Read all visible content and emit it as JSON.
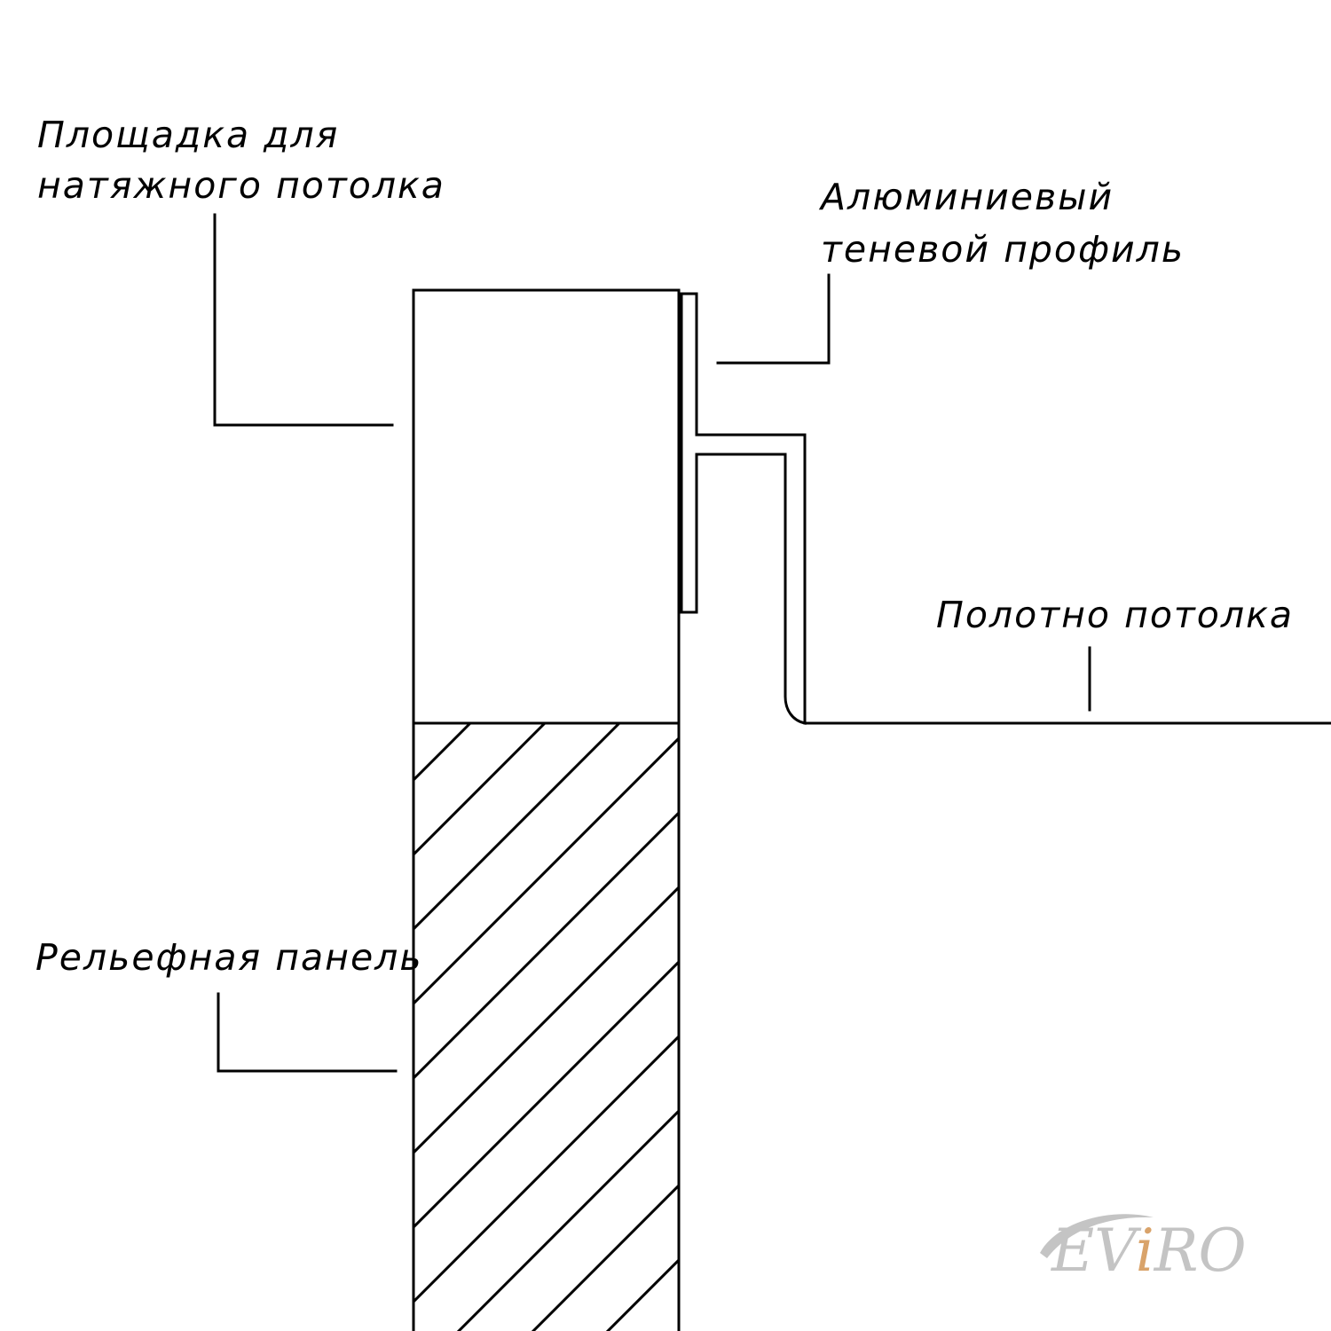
{
  "labels": {
    "ceiling_platform_line1": "Площадка для",
    "ceiling_platform_line2": "натяжного потолка",
    "shadow_profile_line1": "Алюминиевый",
    "shadow_profile_line2": "теневой профиль",
    "ceiling_canvas": "Полотно потолка",
    "relief_panel": "Рельефная панель"
  },
  "logo": {
    "text_left": "EV",
    "text_accent": "i",
    "text_right": "RO",
    "color": "#c4c4c4",
    "accent_color": "#d9a36a"
  }
}
